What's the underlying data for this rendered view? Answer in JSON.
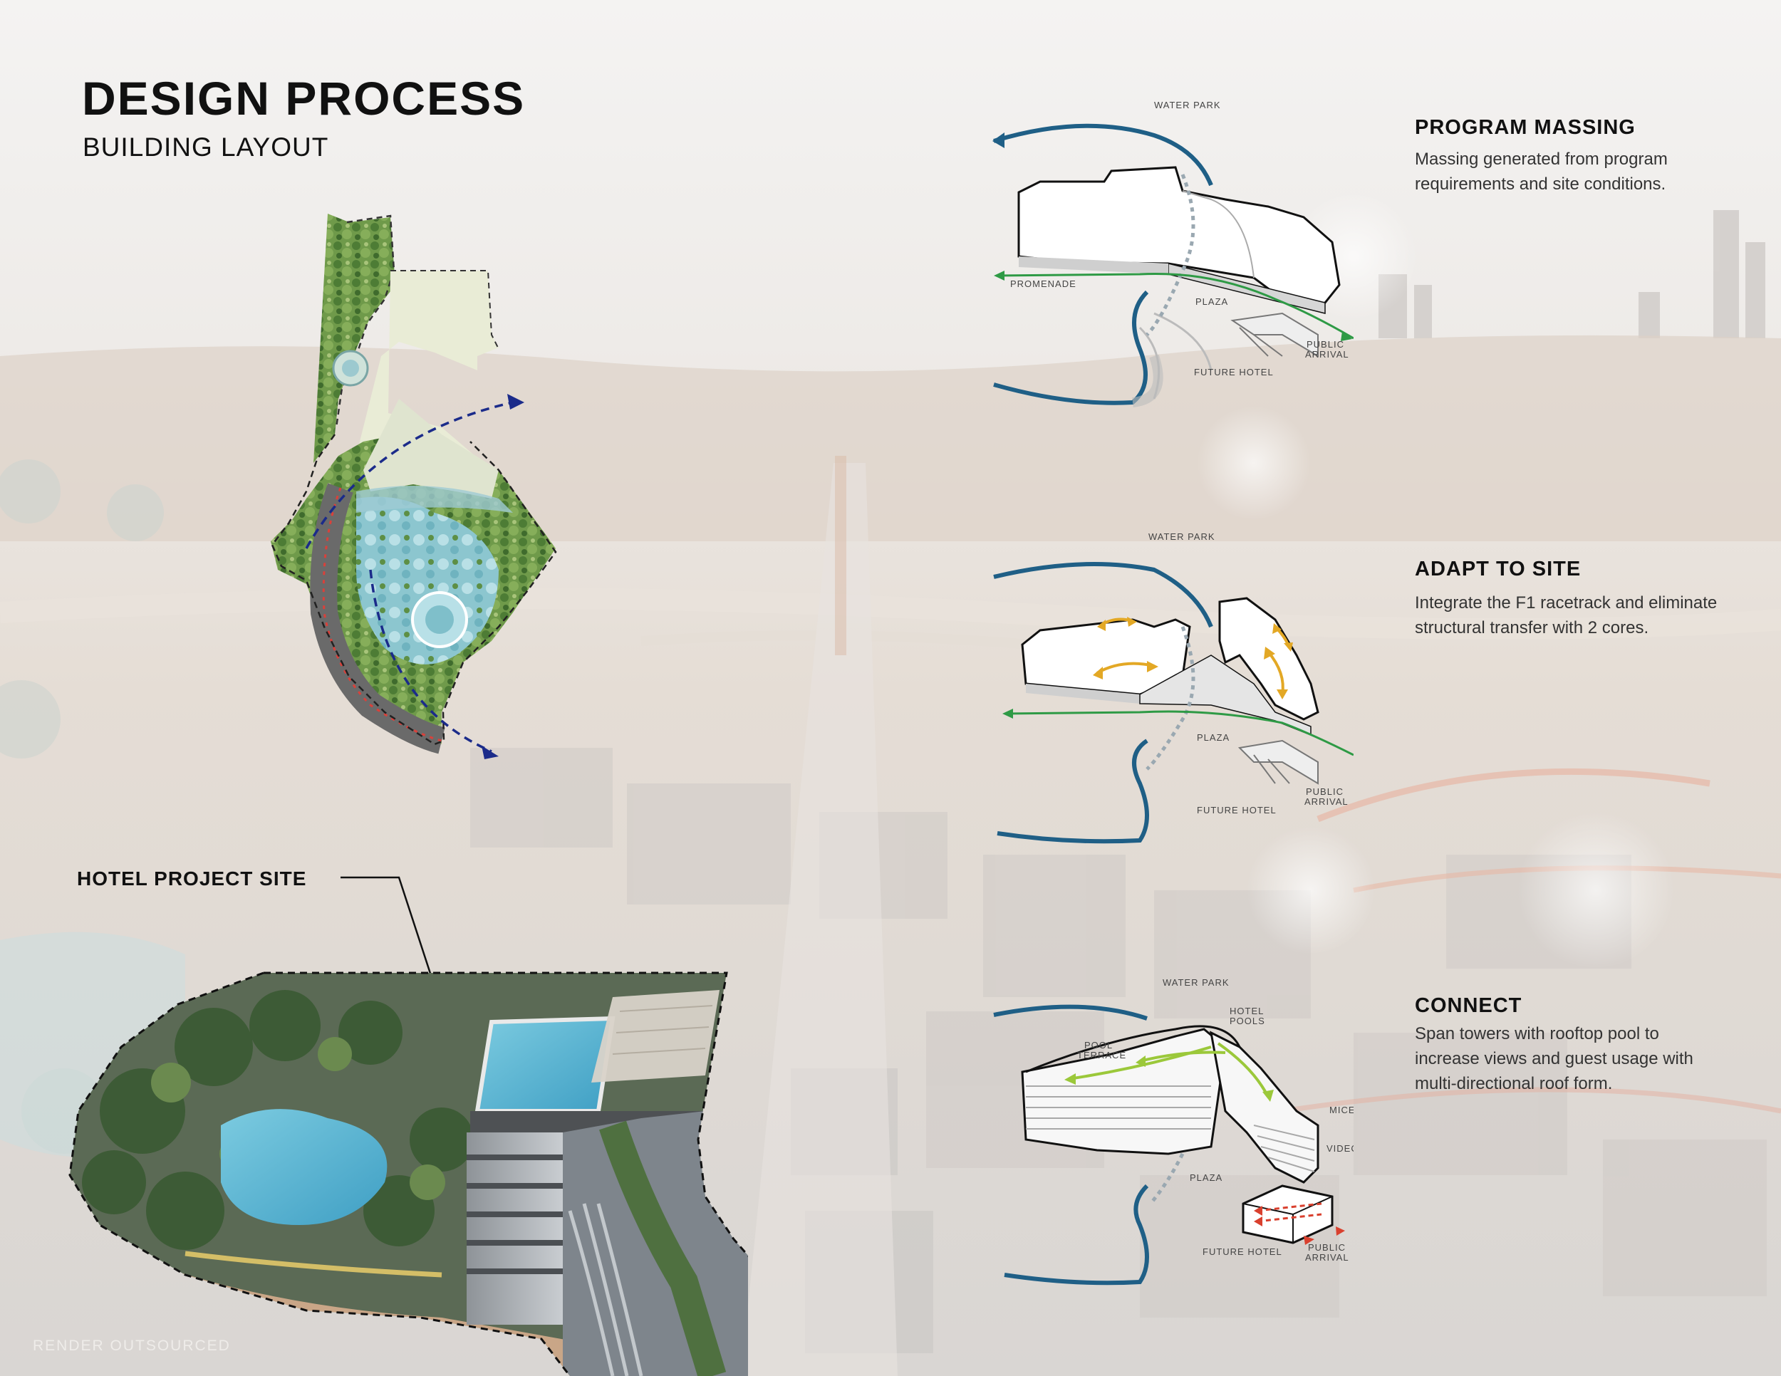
{
  "header": {
    "title": "DESIGN PROCESS",
    "subtitle": "BUILDING LAYOUT"
  },
  "site_label": "HOTEL PROJECT SITE",
  "credit": "RENDER OUTSOURCED",
  "steps": [
    {
      "title": "PROGRAM MASSING",
      "body": "Massing generated from program requirements and site conditions.",
      "labels": {
        "water_park": "WATER PARK",
        "promenade": "PROMENADE",
        "plaza": "PLAZA",
        "public_arrival": "PUBLIC\nARRIVAL",
        "future_hotel": "FUTURE HOTEL"
      }
    },
    {
      "title": "ADAPT TO SITE",
      "body": "Integrate the F1 racetrack and eliminate structural transfer with 2 cores.",
      "labels": {
        "water_park": "WATER PARK",
        "plaza": "PLAZA",
        "public_arrival": "PUBLIC\nARRIVAL",
        "future_hotel": "FUTURE HOTEL"
      }
    },
    {
      "title": "CONNECT",
      "body": "Span towers with rooftop pool to increase views and guest usage with multi-directional roof form.",
      "labels": {
        "water_park": "WATER PARK",
        "hotel_pools": "HOTEL\nPOOLS",
        "pool_terrace": "POOL\nTERRACE",
        "mice": "MICE",
        "video": "VIDEC",
        "plaza": "PLAZA",
        "future_hotel": "FUTURE HOTEL",
        "public_arrival": "PUBLIC\nARRIVAL"
      }
    }
  ],
  "colors": {
    "racetrack": "#1f5f86",
    "promenade_arrow": "#2e9a45",
    "structure_arrow": "#e3a825",
    "roof_arrow": "#9bc83a",
    "transfer_arrow": "#d9402e",
    "flow_arrow": "#1b2b8a"
  }
}
